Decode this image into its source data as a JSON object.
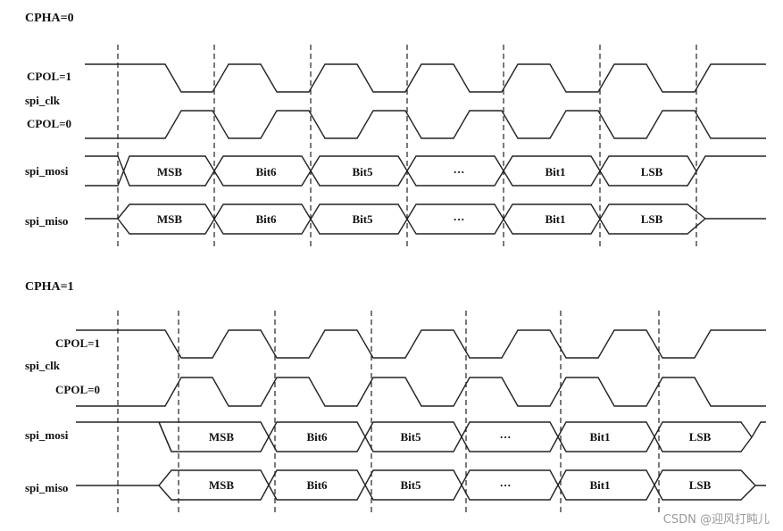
{
  "sections": [
    {
      "title": "CPHA=0",
      "cpol1_label": "CPOL=1",
      "clk_label": "spi_clk",
      "cpol0_label": "CPOL=0",
      "mosi_label": "spi_mosi",
      "miso_label": "spi_miso",
      "bits": [
        "MSB",
        "Bit6",
        "Bit5",
        "···",
        "Bit1",
        "LSB"
      ]
    },
    {
      "title": "CPHA=1",
      "cpol1_label": "CPOL=1",
      "clk_label": "spi_clk",
      "cpol0_label": "CPOL=0",
      "mosi_label": "spi_mosi",
      "miso_label": "spi_miso",
      "bits": [
        "MSB",
        "Bit6",
        "Bit5",
        "···",
        "Bit1",
        "LSB"
      ]
    }
  ],
  "watermark": "CSDN @迎风打盹儿"
}
